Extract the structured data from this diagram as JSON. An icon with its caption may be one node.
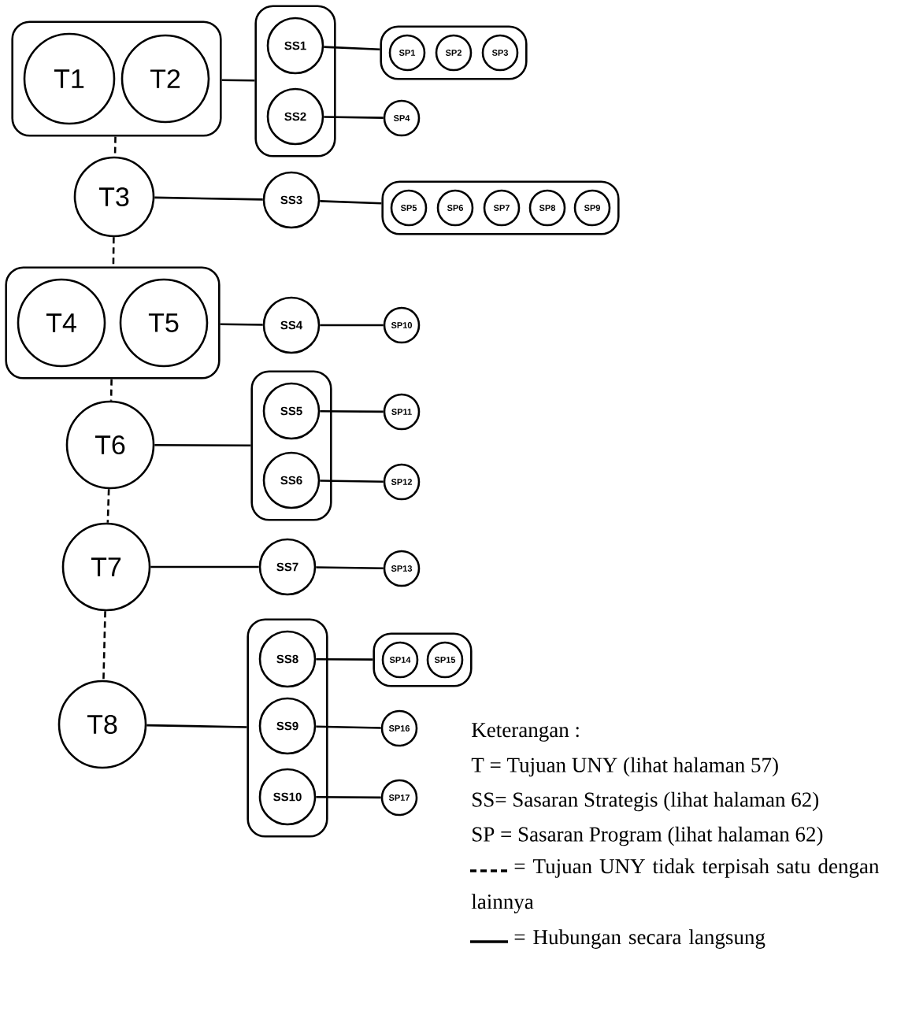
{
  "diagram": {
    "nodes": [
      {
        "text": [],
        "shape": "box"
      },
      {
        "text": [
          "T1"
        ],
        "in": 0
      },
      {
        "text": [
          "T2"
        ],
        "in": 0
      },
      {
        "text": [],
        "shape": "box"
      },
      {
        "text": [
          "SS1"
        ],
        "in": 3
      },
      {
        "text": [
          "SS2"
        ],
        "in": 3
      },
      {
        "text": [],
        "shape": "box"
      },
      {
        "text": [
          "SP1"
        ],
        "in": 6
      },
      {
        "text": [
          "SP2"
        ],
        "in": 6
      },
      {
        "text": [
          "SP3"
        ],
        "in": 6
      },
      {
        "text": [
          "SP4"
        ]
      },
      {
        "text": [
          "T3"
        ]
      },
      {
        "text": [
          "SS3"
        ]
      },
      {
        "text": [],
        "shape": "box"
      },
      {
        "text": [
          "SP5"
        ],
        "in": 13
      },
      {
        "text": [
          "SP6"
        ],
        "in": 13
      },
      {
        "text": [
          "SP7"
        ],
        "in": 13
      },
      {
        "text": [
          "SP8"
        ],
        "in": 13
      },
      {
        "text": [
          "SP9"
        ],
        "in": 13
      },
      {
        "text": [],
        "shape": "box"
      },
      {
        "text": [
          "T4"
        ],
        "in": 19
      },
      {
        "text": [
          "T5"
        ],
        "in": 19
      },
      {
        "text": [
          "SS4"
        ]
      },
      {
        "text": [
          "SP10"
        ]
      },
      {
        "text": [
          "T6"
        ]
      },
      {
        "text": [],
        "shape": "box"
      },
      {
        "text": [
          "SS5"
        ],
        "in": 25
      },
      {
        "text": [
          "SS6"
        ],
        "in": 25
      },
      {
        "text": [
          "SP11"
        ]
      },
      {
        "text": [
          "SP12"
        ]
      },
      {
        "text": [
          "T7"
        ]
      },
      {
        "text": [
          "SS7"
        ]
      },
      {
        "text": [
          "SP13"
        ]
      },
      {
        "text": [
          "T8"
        ]
      },
      {
        "text": [],
        "shape": "box"
      },
      {
        "text": [
          "SS8"
        ],
        "in": 34
      },
      {
        "text": [
          "SS9"
        ],
        "in": 34
      },
      {
        "text": [
          "SS10"
        ],
        "in": 34
      },
      {
        "text": [],
        "shape": "box"
      },
      {
        "text": [
          "SP14"
        ],
        "in": 38
      },
      {
        "text": [
          "SP15"
        ],
        "in": 38
      },
      {
        "text": [
          "SP16"
        ]
      },
      {
        "text": [
          "SP17"
        ]
      }
    ],
    "edges": [
      {
        "from": 0,
        "to": 3,
        "arrow": "none"
      },
      {
        "from": 4,
        "to": 6,
        "arrow": "none"
      },
      {
        "from": 5,
        "to": 10,
        "arrow": "none"
      },
      {
        "from": 0,
        "to": 11,
        "arrow": "none",
        "style": "dashed"
      },
      {
        "from": 11,
        "to": 12,
        "arrow": "none"
      },
      {
        "from": 12,
        "to": 13,
        "arrow": "none"
      },
      {
        "from": 11,
        "to": 19,
        "arrow": "none",
        "style": "dashed"
      },
      {
        "from": 19,
        "to": 22,
        "arrow": "none"
      },
      {
        "from": 22,
        "to": 23,
        "arrow": "none"
      },
      {
        "from": 19,
        "to": 24,
        "arrow": "none",
        "style": "dashed"
      },
      {
        "from": 24,
        "to": 25,
        "arrow": "none"
      },
      {
        "from": 26,
        "to": 28,
        "arrow": "none"
      },
      {
        "from": 27,
        "to": 29,
        "arrow": "none"
      },
      {
        "from": 24,
        "to": 30,
        "arrow": "none",
        "style": "dashed"
      },
      {
        "from": 30,
        "to": 31,
        "arrow": "none"
      },
      {
        "from": 31,
        "to": 32,
        "arrow": "none"
      },
      {
        "from": 30,
        "to": 33,
        "arrow": "none",
        "style": "dashed"
      },
      {
        "from": 33,
        "to": 34,
        "arrow": "none"
      },
      {
        "from": 35,
        "to": 38,
        "arrow": "none"
      },
      {
        "from": 36,
        "to": 41,
        "arrow": "none"
      },
      {
        "from": 37,
        "to": 42,
        "arrow": "none"
      }
    ],
    "labels": [
      "Keterangan :",
      "T = Tujuan UNY (lihat halaman 57)",
      "SS= Sasaran Strategis (lihat halaman 62)",
      "SP = Sasaran Program (lihat halaman 62)"
    ],
    "legend": [
      {
        "text": "= Tujuan UNY tidak terpisah satu dengan lainnya"
      },
      {
        "text": "= Hubungan secara langsung"
      }
    ]
  }
}
